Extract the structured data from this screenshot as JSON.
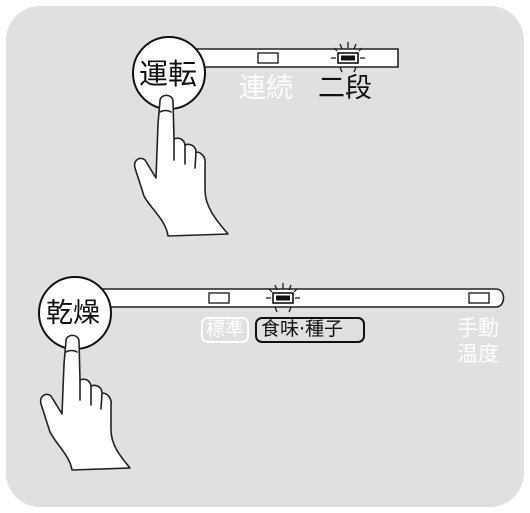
{
  "top": {
    "button_label": "運転",
    "mode_continuous": "連続",
    "mode_two_stage": "二段"
  },
  "bottom": {
    "button_label": "乾燥",
    "mode_standard": "標準",
    "mode_food_seed": "食味·種子",
    "mode_manual_line1": "手動",
    "mode_manual_line2": "温度"
  },
  "colors": {
    "panel": "#e0e0e0",
    "inactive_text": "#ffffff",
    "active_text": "#111111",
    "lit_indicator": "#111111"
  }
}
